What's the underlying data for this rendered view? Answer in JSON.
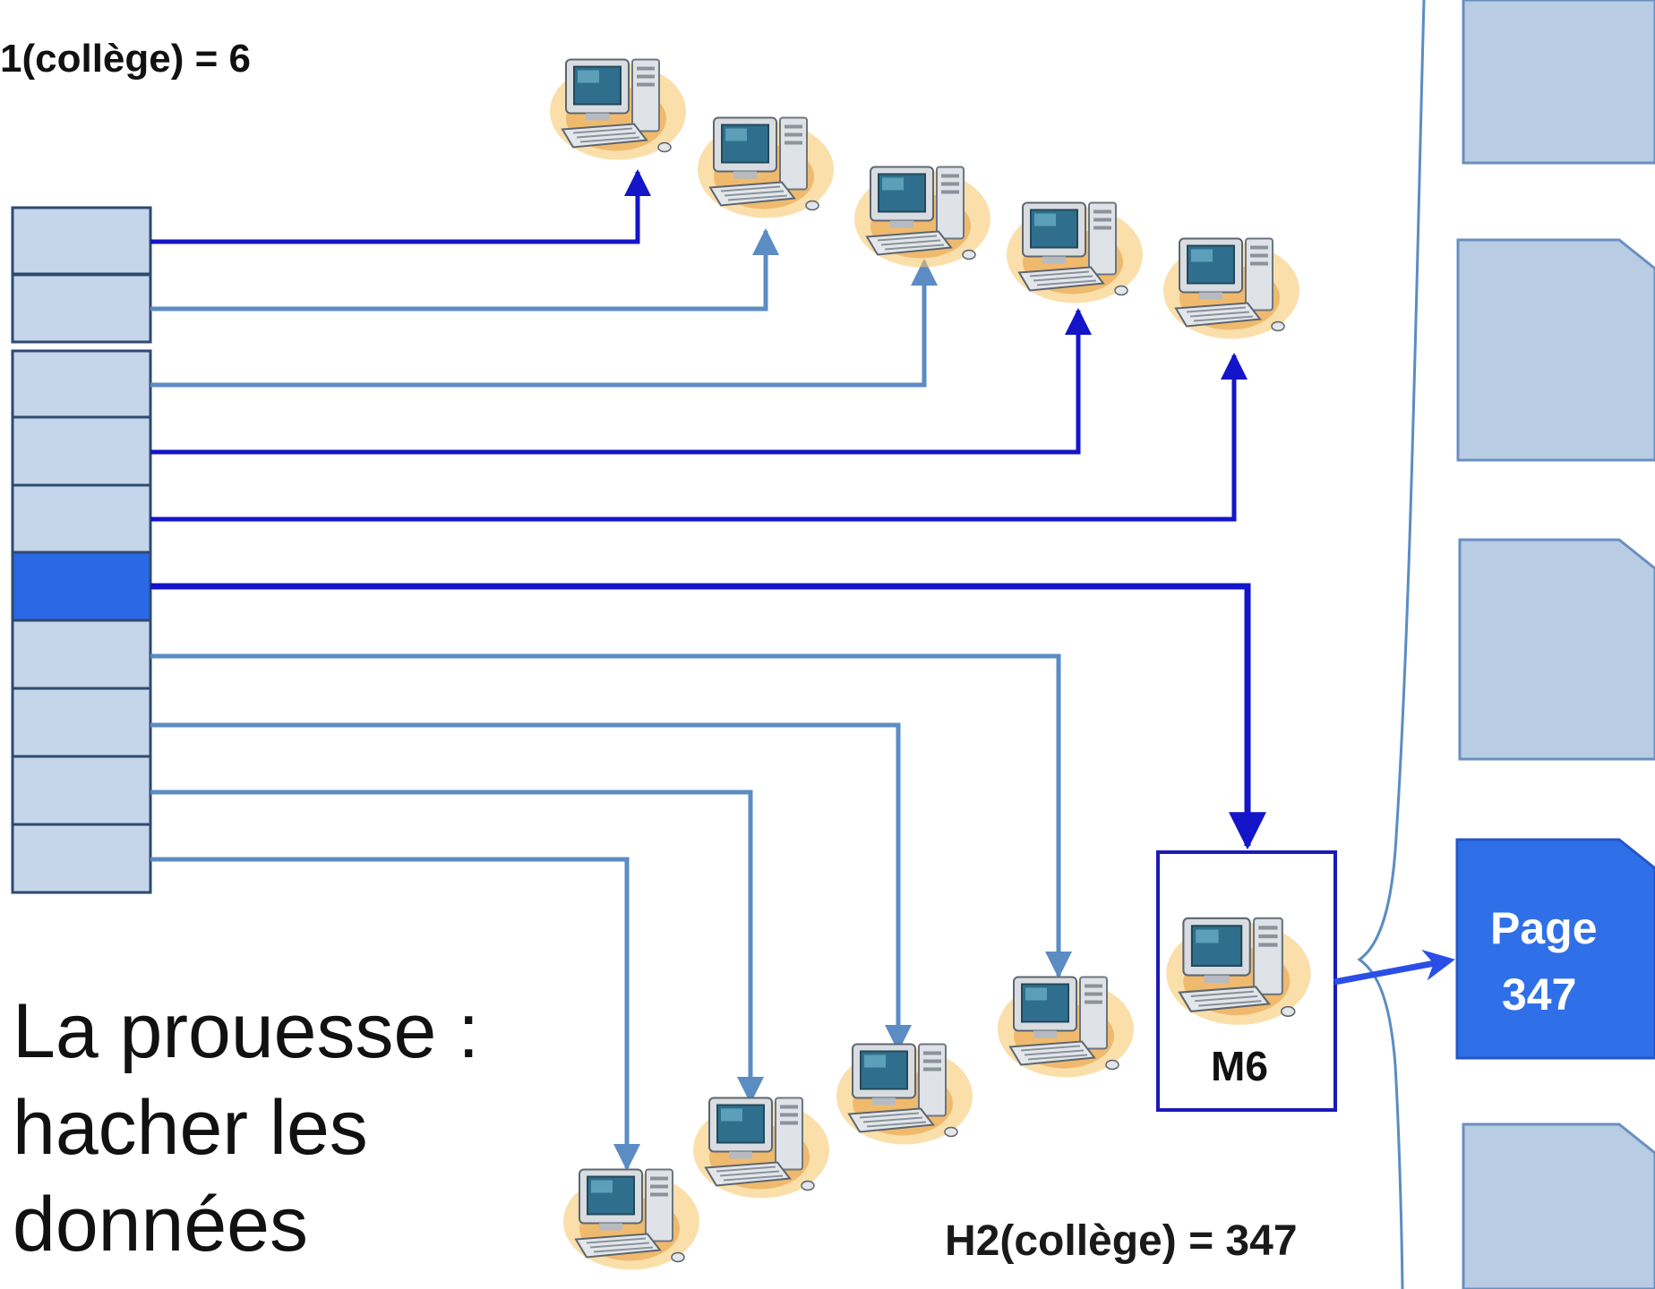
{
  "h1_label": "1(collège) = 6",
  "h2_label": "H2(collège) = 347",
  "machine_label": "M6",
  "page_label_line1": "Page",
  "page_label_line2": "347",
  "caption": {
    "line1": "La prouesse :",
    "line2": "hacher les",
    "line3": "données"
  },
  "colors": {
    "cell_fill": "#c6d6ea",
    "cell_border": "#2e4a6e",
    "highlight_cell": "#2b68e6",
    "dark_line": "#1414c8",
    "light_line": "#5b8cc4",
    "page_fill": "#b8cce4",
    "page_border": "#6a8fc0",
    "highlight_page": "#2f6fe8",
    "machine_box": "#1a1ab8"
  },
  "icons": [
    "computer-icon"
  ]
}
